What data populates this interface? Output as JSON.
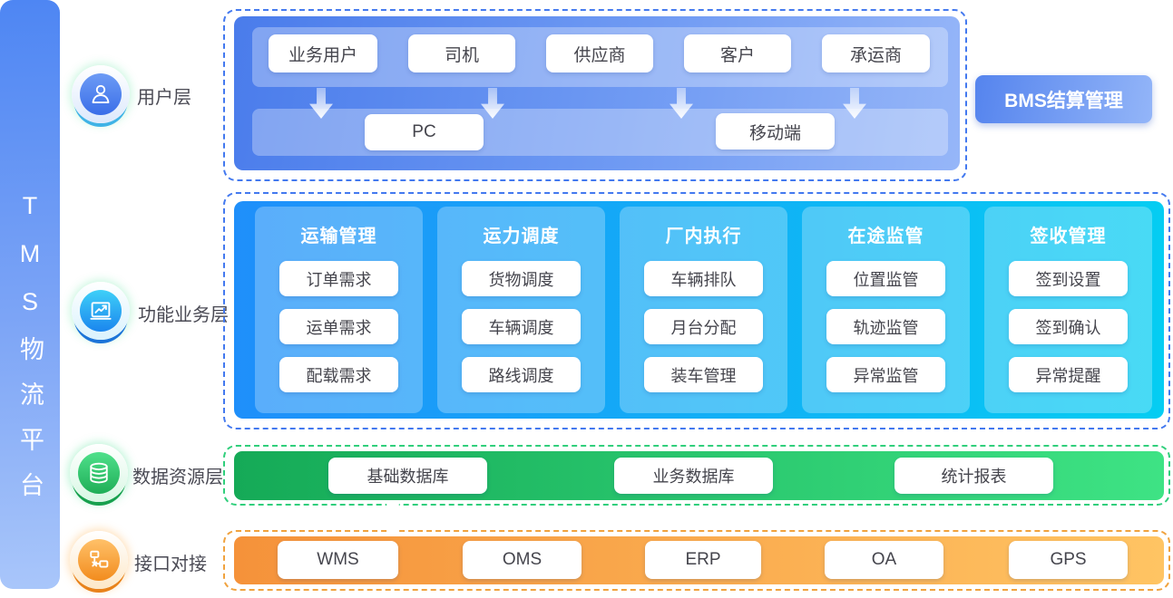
{
  "platform": {
    "title": "TMS物流平台"
  },
  "layers": [
    {
      "label": "用户层",
      "icon": "user-icon"
    },
    {
      "label": "功能业务层",
      "icon": "chart-icon"
    },
    {
      "label": "数据资源层",
      "icon": "database-icon"
    },
    {
      "label": "接口对接",
      "icon": "network-icon"
    }
  ],
  "user_layer": {
    "roles": [
      "业务用户",
      "司机",
      "供应商",
      "客户",
      "承运商"
    ],
    "terminals": [
      "PC",
      "移动端"
    ]
  },
  "bms": {
    "label": "BMS结算管理"
  },
  "function_layer": {
    "columns": [
      {
        "title": "运输管理",
        "items": [
          "订单需求",
          "运单需求",
          "配载需求"
        ]
      },
      {
        "title": "运力调度",
        "items": [
          "货物调度",
          "车辆调度",
          "路线调度"
        ]
      },
      {
        "title": "厂内执行",
        "items": [
          "车辆排队",
          "月台分配",
          "装车管理"
        ]
      },
      {
        "title": "在途监管",
        "items": [
          "位置监管",
          "轨迹监管",
          "异常监管"
        ]
      },
      {
        "title": "签收管理",
        "items": [
          "签到设置",
          "签到确认",
          "异常提醒"
        ]
      }
    ]
  },
  "data_layer": {
    "items": [
      "基础数据库",
      "业务数据库",
      "统计报表"
    ]
  },
  "interface_layer": {
    "items": [
      "WMS",
      "OMS",
      "ERP",
      "OA",
      "GPS"
    ]
  },
  "colors": {
    "sidebar_top": "#4e86f3",
    "sidebar_bottom": "#a9c6fa",
    "user_panel_left": "#4a7ceb",
    "user_panel_right": "#96b6f8",
    "function_panel_left": "#1f8ffa",
    "function_panel_right": "#05cdf2",
    "data_bar_left": "#15aa57",
    "data_bar_right": "#3ee384",
    "interface_bar_left": "#f5923a",
    "interface_bar_right": "#ffc463",
    "dashed_blue": "#4379ef",
    "dashed_green": "#30cf7c",
    "dashed_orange": "#f0a23e",
    "chip_text": "#45454d"
  }
}
